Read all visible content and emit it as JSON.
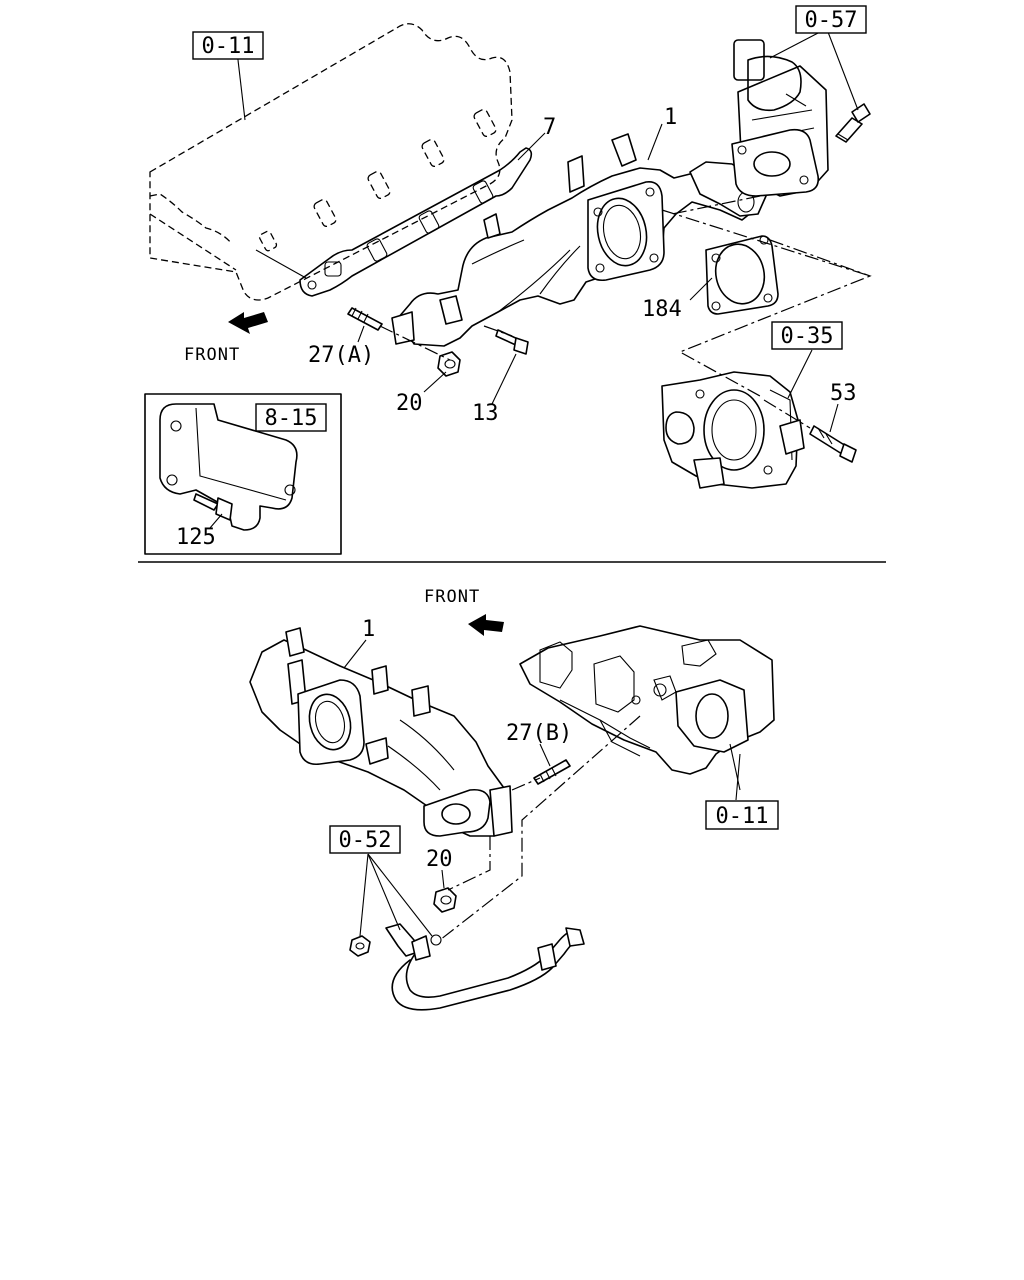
{
  "references": {
    "head_top": "0-11",
    "egr_valve": "0-57",
    "throttle_body": "0-35",
    "bracket_detail": "8-15",
    "head_bottom": "0-11",
    "pipe_bracket": "0-52"
  },
  "parts": {
    "manifold_top": "1",
    "gasket": "7",
    "throttle_gasket": "184",
    "stud_a": "27(A)",
    "nut_top": "20",
    "bolt_13": "13",
    "bolt_53": "53",
    "bolt_125": "125",
    "manifold_bottom": "1",
    "stud_b": "27(B)",
    "nut_bottom": "20"
  },
  "front_labels": {
    "top": "FRONT",
    "bottom": "FRONT"
  }
}
